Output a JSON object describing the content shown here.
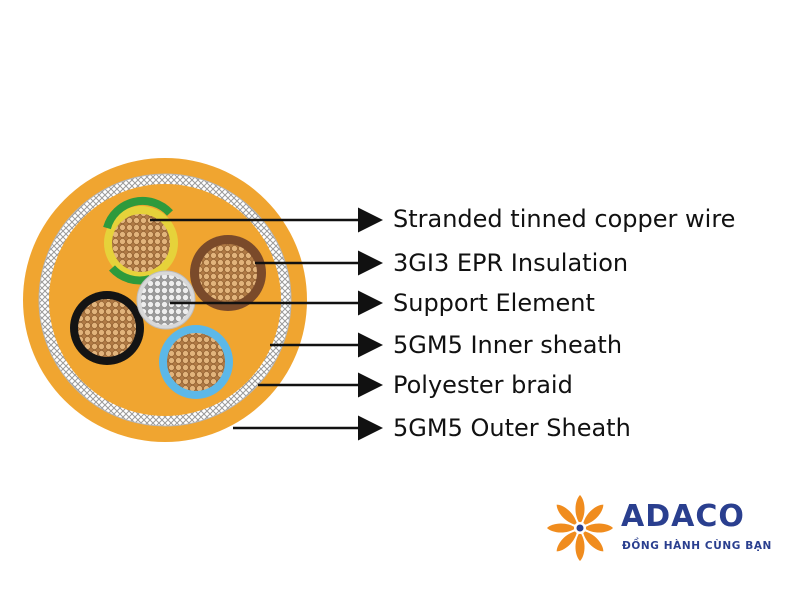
{
  "diagram": {
    "labels": [
      "Stranded tinned copper wire",
      "3GI3 EPR Insulation",
      "Support Element",
      "5GM5 Inner sheath",
      "Polyester braid",
      "5GM5 Outer Sheath"
    ],
    "colors": {
      "sheath_orange": "#f0a530",
      "braid_grey": "#c8c8c8",
      "copper": "#c8925a",
      "yellow_green_insulation": "#e6d23a",
      "green_stripe": "#2e9a3c",
      "brown_insulation": "#7a4a2a",
      "black_insulation": "#141414",
      "blue_insulation": "#5cb8e8",
      "support_element": "#d8d8d8",
      "arrow": "#111111"
    }
  },
  "logo": {
    "brand": "ADACO",
    "tagline": "ĐỒNG HÀNH CÙNG BẠN",
    "colors": {
      "flower": "#f08c1e",
      "text": "#2a3f8f"
    }
  }
}
